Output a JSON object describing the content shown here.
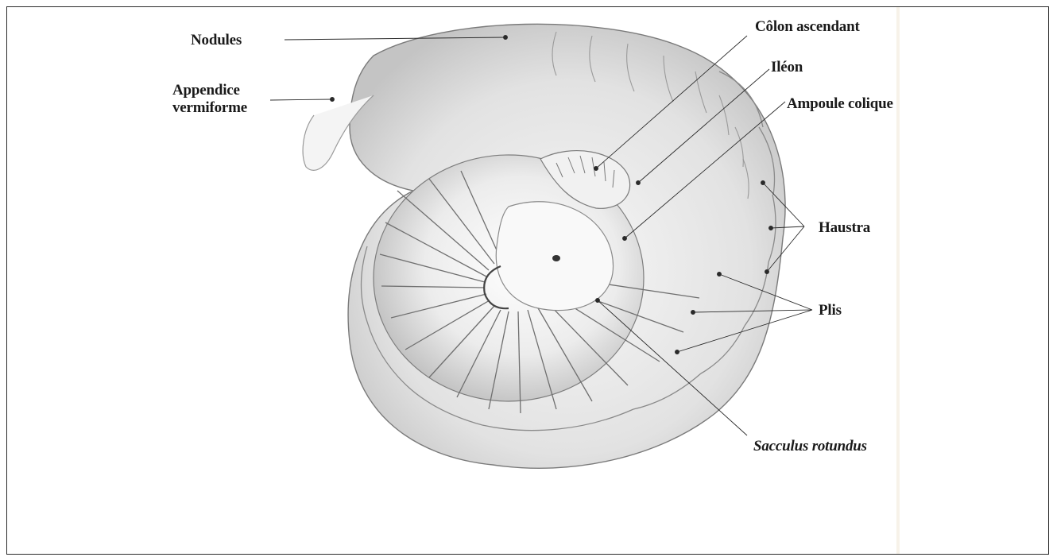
{
  "labels": {
    "nodules": "Nodules",
    "appendice_line1": "Appendice",
    "appendice_line2": "vermiforme",
    "colon_ascendant": "Côlon ascendant",
    "ileon": "Iléon",
    "ampoule_colique": "Ampoule colique",
    "haustra": "Haustra",
    "plis": "Plis",
    "sacculus_rotundus": "Sacculus rotundus"
  },
  "colors": {
    "ink": "#1a1a1a",
    "shade": "#6e6e6e",
    "light_shade": "#b8b8b8",
    "frame": "#2b2b2b"
  }
}
